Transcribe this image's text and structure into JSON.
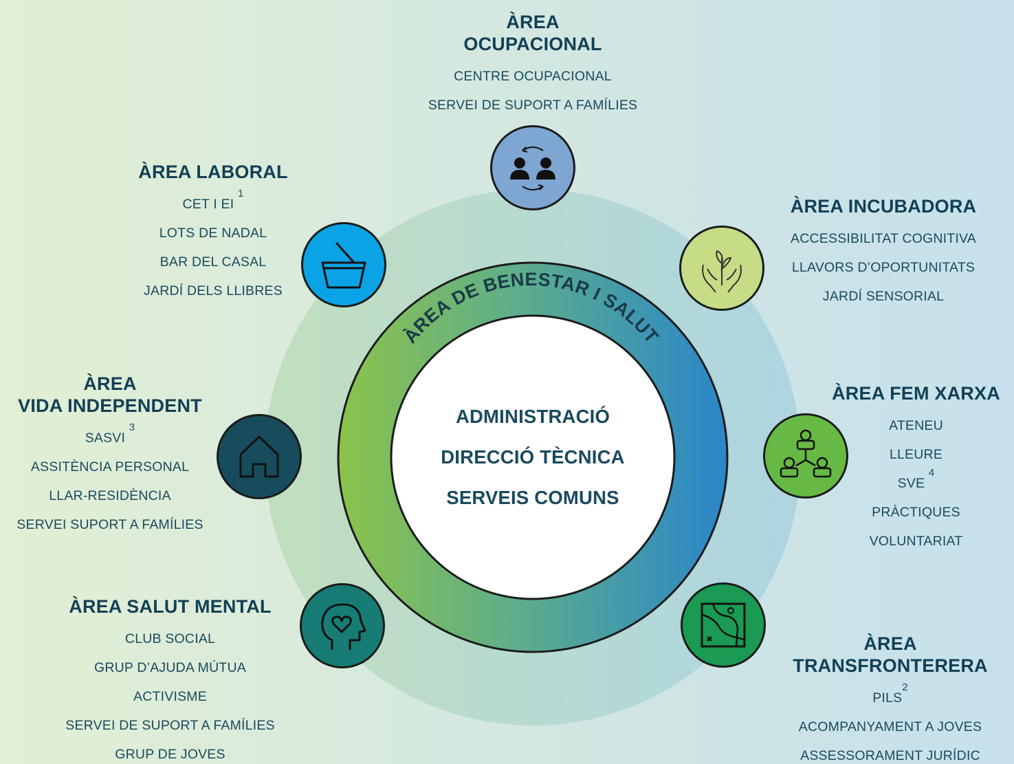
{
  "colors": {
    "outer_ring": "#a9d0c4",
    "ring_gradient_start": "#8bc34a",
    "ring_gradient_end": "#2d87c8",
    "icon_ocupacional": "#7ea6d2",
    "icon_laboral": "#0aa3e6",
    "icon_incubadora": "#c6dc86",
    "icon_vida": "#174c5c",
    "icon_fem_xarxa": "#66b944",
    "icon_salut_mental": "#177c74",
    "icon_transfronterera": "#1a9a52"
  },
  "center": {
    "ring_label": "ÀREA DE BENESTAR I SALUT",
    "lines": [
      "ADMINISTRACIÓ",
      "DIRECCIÓ TÈCNICA",
      "SERVEIS COMUNS"
    ]
  },
  "areas": {
    "ocupacional": {
      "title_1": "ÀREA",
      "title_2": "OCUPACIONAL",
      "items": [
        "CENTRE OCUPACIONAL",
        "SERVEI DE SUPORT A FAMÍLIES"
      ],
      "icon": "people-exchange-icon"
    },
    "laboral": {
      "title": "ÀREA LABORAL",
      "items": [
        {
          "text": "CET I EI",
          "sup": "1"
        },
        {
          "text": "LOTS DE NADAL"
        },
        {
          "text": "BAR DEL CASAL"
        },
        {
          "text": "JARDÍ DELS LLIBRES"
        }
      ],
      "icon": "basket-icon"
    },
    "incubadora": {
      "title": "ÀREA INCUBADORA",
      "items": [
        "ACCESSIBILITAT COGNITIVA",
        "LLAVORS D’OPORTUNITATS",
        "JARDÍ SENSORIAL"
      ],
      "icon": "hands-sprout-icon"
    },
    "vida_independent": {
      "title_1": "ÀREA",
      "title_2": "VIDA INDEPENDENT",
      "items": [
        {
          "text": "SASVI",
          "sup": "3"
        },
        {
          "text": "ASSITÈNCIA PERSONAL"
        },
        {
          "text": "LLAR-RESIDÈNCIA"
        },
        {
          "text": "SERVEI SUPORT A FAMÍLIES"
        }
      ],
      "icon": "house-icon"
    },
    "fem_xarxa": {
      "title": "ÀREA FEM XARXA",
      "items": [
        {
          "text": "ATENEU"
        },
        {
          "text": "LLEURE"
        },
        {
          "text": "SVE",
          "sup": "4"
        },
        {
          "text": "PRÀCTIQUES"
        },
        {
          "text": "VOLUNTARIAT"
        }
      ],
      "icon": "network-people-icon"
    },
    "salut_mental": {
      "title": "ÀREA SALUT MENTAL",
      "items": [
        "CLUB SOCIAL",
        "GRUP D’AJUDA MÚTUA",
        "ACTIVISME",
        "SERVEI DE SUPORT A FAMÍLIES",
        "GRUP DE JOVES"
      ],
      "icon": "head-heart-icon"
    },
    "transfronterera": {
      "title_1": "ÀREA",
      "title_2": "TRANSFRONTERERA",
      "items": [
        {
          "text": "PILS",
          "sup": "2"
        },
        {
          "text": "ACOMPANYAMENT A JOVES"
        },
        {
          "text": "ASSESSORAMENT JURÍDIC"
        }
      ],
      "icon": "map-route-icon"
    }
  }
}
